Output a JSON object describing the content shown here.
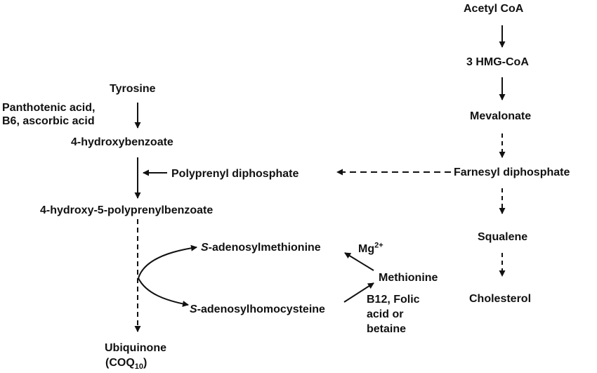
{
  "colors": {
    "ink": "#111111",
    "background": "#ffffff"
  },
  "right_pathway": {
    "acetyl_coa": "Acetyl CoA",
    "hmg_coa": "3 HMG-CoA",
    "mevalonate": "Mevalonate",
    "farnesyl": "Farnesyl diphosphate",
    "squalene": "Squalene",
    "cholesterol": "Cholesterol"
  },
  "left_pathway": {
    "tyrosine": "Tyrosine",
    "cofactors_1": "Panthotenic acid,",
    "cofactors_2": "B6, ascorbic acid",
    "hydroxybenzoate": "4-hydroxybenzoate",
    "polyprenyl": "Polyprenyl diphosphate",
    "polyprenylbenzoate": "4-hydroxy-5-polyprenylbenzoate",
    "ubiquinone_1": "Ubiquinone",
    "ubiquinone_2a": "(COQ",
    "ubiquinone_sub": "10",
    "ubiquinone_2b": ")"
  },
  "methyl_cycle": {
    "sam_prefix": "S",
    "sam_rest": "-adenosylmethionine",
    "sah_prefix": "S",
    "sah_rest": "-adenosylhomocysteine",
    "methionine": "Methionine",
    "mg": "Mg",
    "mg_sup": "2+",
    "vitamins": "B12, Folic\nacid or\nbetaine"
  }
}
